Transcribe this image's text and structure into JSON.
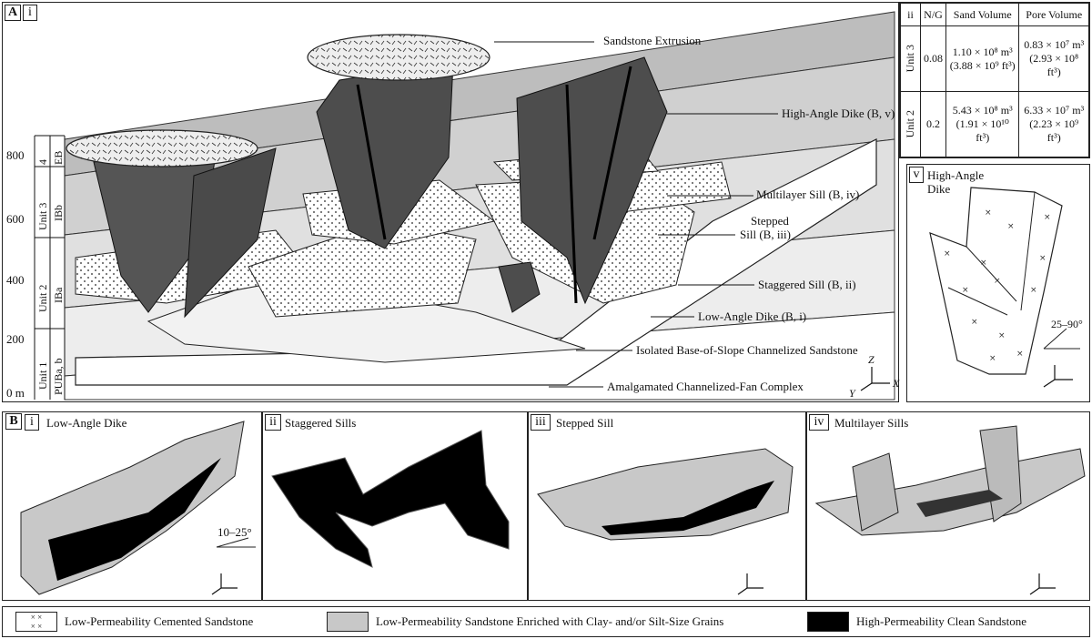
{
  "panel_a": {
    "letter": "A",
    "sub": "i",
    "labels": {
      "extrusion": "Sandstone Extrusion",
      "high_angle": "High-Angle Dike (B, v)",
      "multilayer": "Multilayer Sill (B, iv)",
      "stepped_1": "Stepped",
      "stepped_2": "Sill (B, iii)",
      "staggered": "Staggered Sill (B, ii)",
      "low_angle": "Low-Angle Dike (B, i)",
      "isolated": "Isolated Base-of-Slope Channelized Sandstone",
      "amalgamated": "Amalgamated Channelized-Fan Complex"
    },
    "scale_ticks": [
      "800",
      "600",
      "400",
      "200",
      "0 m"
    ],
    "units": [
      {
        "unit": "4",
        "sub": "EB"
      },
      {
        "unit": "Unit 3",
        "sub": "IBb"
      },
      {
        "unit": "Unit 2",
        "sub": "IBa"
      },
      {
        "unit": "Unit 1",
        "sub": "PUBa, b"
      }
    ],
    "axes": {
      "z": "Z",
      "x": "X",
      "y": "Y"
    }
  },
  "table": {
    "sub": "ii",
    "headers": [
      "N/G",
      "Sand Volume",
      "Pore Volume"
    ],
    "rows": [
      {
        "unit": "Unit 3",
        "ng": "0.08",
        "sand_1": "1.10 × 10⁸ m³",
        "sand_2": "(3.88 × 10⁹ ft³)",
        "pore_1": "0.83 × 10⁷ m³",
        "pore_2": "(2.93 × 10⁸ ft³)"
      },
      {
        "unit": "Unit 2",
        "ng": "0.2",
        "sand_1": "5.43 × 10⁸ m³",
        "sand_2": "(1.91 × 10¹⁰ ft³)",
        "pore_1": "6.33 × 10⁷ m³",
        "pore_2": "(2.23 × 10⁹ ft³)"
      }
    ]
  },
  "panel_v": {
    "sub": "v",
    "title_1": "High-Angle",
    "title_2": "Dike",
    "angle": "25–90°"
  },
  "panel_b": {
    "letter": "B",
    "items": [
      {
        "sub": "i",
        "title": "Low-Angle Dike",
        "angle": "10–25°"
      },
      {
        "sub": "ii",
        "title": "Staggered Sills"
      },
      {
        "sub": "iii",
        "title": "Stepped Sill"
      },
      {
        "sub": "iv",
        "title": "Multilayer Sills"
      }
    ]
  },
  "legend": [
    {
      "label": "Low-Permeability Cemented Sandstone",
      "color": "#ffffff"
    },
    {
      "label": "Low-Permeability Sandstone Enriched with Clay- and/or Silt-Size Grains",
      "color": "#c8c8c8"
    },
    {
      "label": "High-Permeability Clean Sandstone",
      "color": "#000000"
    }
  ]
}
